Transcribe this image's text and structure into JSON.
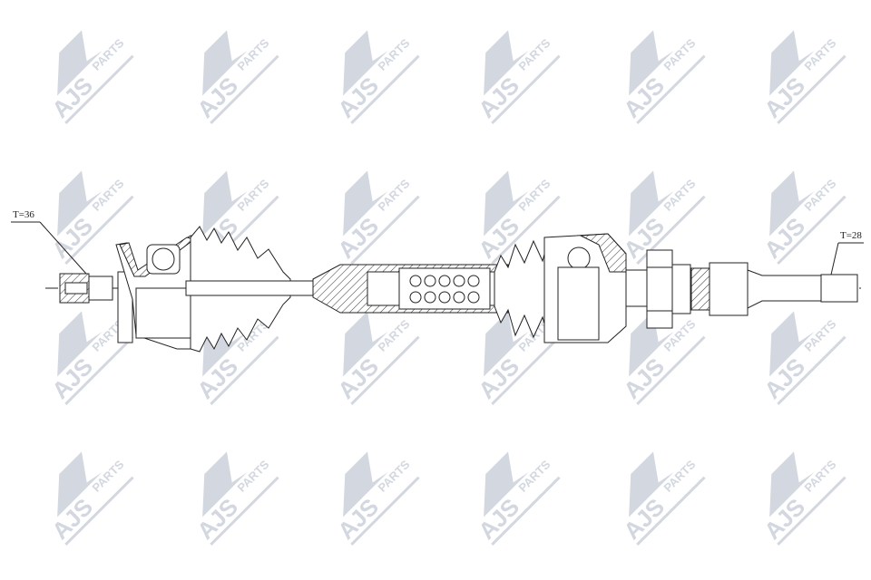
{
  "watermark": {
    "brand": "AJS",
    "suffix": "PARTS",
    "color": "#d3d7e0"
  },
  "labels": {
    "left_spline": "T=36",
    "right_spline": "T=28"
  },
  "line_color": "#222222"
}
